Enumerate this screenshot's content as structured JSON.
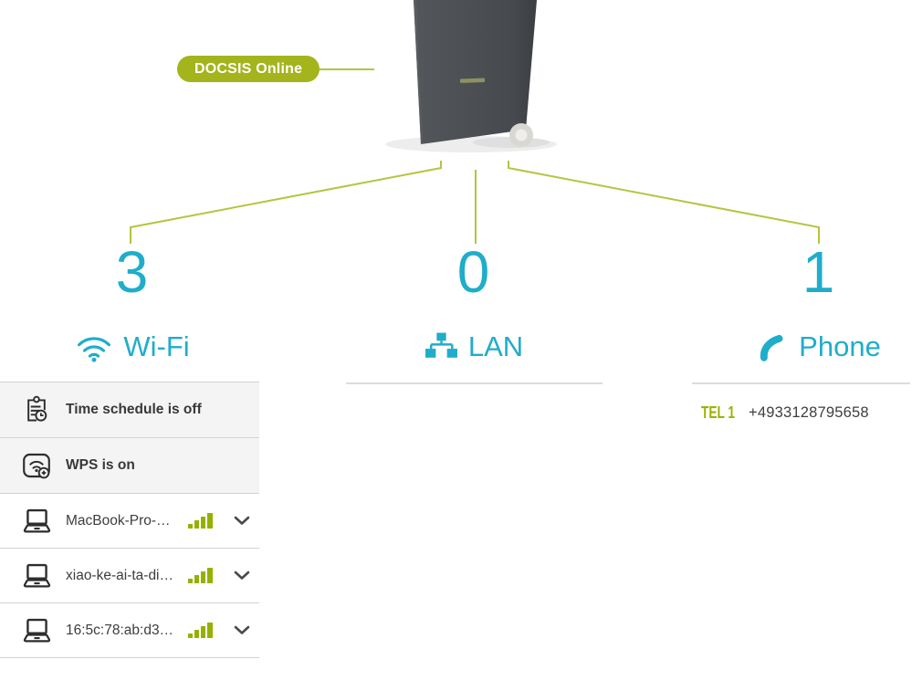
{
  "device": {
    "status_badge": "DOCSIS Online"
  },
  "columns": {
    "wifi": {
      "count": "3",
      "label": "Wi-Fi"
    },
    "lan": {
      "count": "0",
      "label": "LAN"
    },
    "phone": {
      "count": "1",
      "label": "Phone"
    }
  },
  "wifi_panel": {
    "status_items": [
      {
        "icon": "time-schedule-icon",
        "label": "Time schedule is off"
      },
      {
        "icon": "wps-icon",
        "label": "WPS is on"
      }
    ],
    "devices": [
      {
        "icon": "laptop-icon",
        "name": "MacBook-Pro-…",
        "signal_bars": 4
      },
      {
        "icon": "laptop-icon",
        "name": "xiao-ke-ai-ta-di…",
        "signal_bars": 4
      },
      {
        "icon": "laptop-icon",
        "name": "16:5c:78:ab:d3…",
        "signal_bars": 4
      }
    ]
  },
  "phone_panel": {
    "lines": [
      {
        "port": "TEL 1",
        "number": "+4933128795658"
      }
    ]
  },
  "colors": {
    "accent_cyan": "#1fadcb",
    "badge_green": "#a4b41c",
    "connector_green": "#b6c440",
    "signal_green": "#96b000",
    "tel_green": "#9db102",
    "text_dark": "#3c3c3c",
    "row_gray_bg": "#f4f4f4",
    "separator": "#d2d2d2"
  }
}
